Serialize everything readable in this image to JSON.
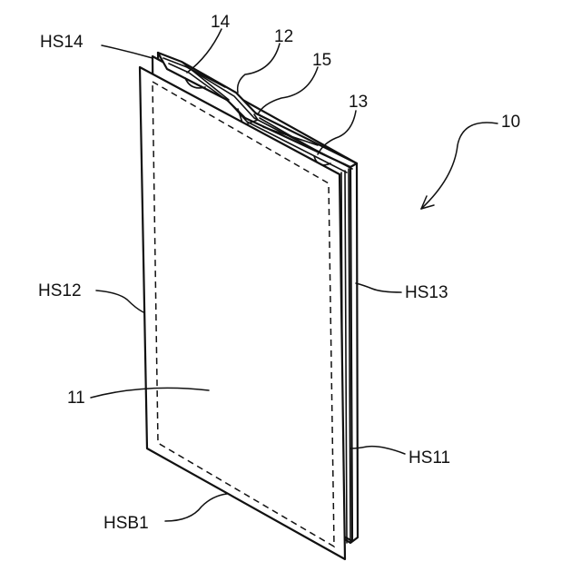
{
  "labels": {
    "hs14": "HS14",
    "n14": "14",
    "n12": "12",
    "n15": "15",
    "n13": "13",
    "n10": "10",
    "hs12": "HS12",
    "hs13": "HS13",
    "n11": "11",
    "hs11": "HS11",
    "hsb1": "HSB1"
  }
}
